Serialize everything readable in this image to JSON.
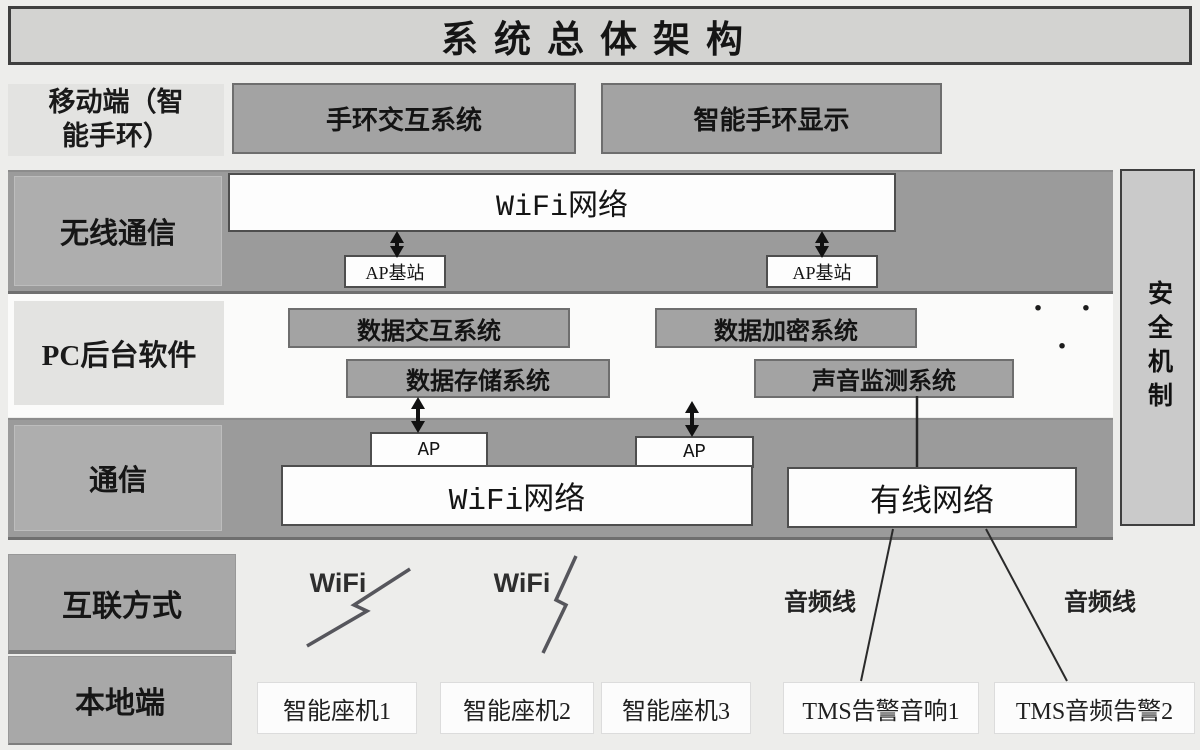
{
  "title": "系统总体架构",
  "mobile": {
    "label": "移动端（智能手环）",
    "boxes": [
      "手环交互系统",
      "智能手环显示"
    ]
  },
  "wireless": {
    "label": "无线通信",
    "wifi_network": "WiFi网络",
    "ap_stations": [
      "AP基站",
      "AP基站"
    ]
  },
  "pc_software": {
    "label": "PC后台软件",
    "modules": [
      "数据交互系统",
      "数据加密系统",
      "数据存储系统",
      "声音监测系统"
    ],
    "ellipsis": "· · ·"
  },
  "communication": {
    "label": "通信",
    "ap_nodes": [
      "AP",
      "AP"
    ],
    "wifi_network": "WiFi网络",
    "wired_network": "有线网络"
  },
  "security": {
    "label": "安全机制"
  },
  "interconnect": {
    "label": "互联方式",
    "wifi_links": [
      "WiFi",
      "WiFi"
    ],
    "audio_links": [
      "音频线",
      "音频线"
    ]
  },
  "local": {
    "label": "本地端",
    "devices": [
      "智能座机1",
      "智能座机2",
      "智能座机3",
      "TMS告警音响1",
      "TMS音频告警2"
    ]
  },
  "colors": {
    "band_gray": "#9b9b9b",
    "module_gray": "#a3a3a3",
    "white_box": "#fdfdfd",
    "label_light": "#e3e3e1",
    "label_mid": "#aeaeae",
    "security_panel": "#cacaca",
    "page_bg": "#ededeb"
  }
}
